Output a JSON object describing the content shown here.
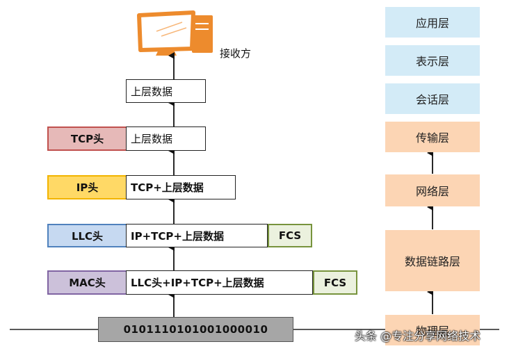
{
  "receiver": {
    "label": "接收方"
  },
  "left_stack": {
    "top_data": "上层数据",
    "rows": [
      {
        "header": "TCP头",
        "data": "上层数据"
      },
      {
        "header": "IP头",
        "data": "TCP+上层数据"
      },
      {
        "header": "LLC头",
        "data": "IP+TCP+上层数据",
        "trailer": "FCS"
      },
      {
        "header": "MAC头",
        "data": "LLC头+IP+TCP+上层数据",
        "trailer": "FCS"
      }
    ],
    "bits": "0101110101001000010"
  },
  "osi_layers": [
    "应用层",
    "表示层",
    "会话层",
    "传输层",
    "网络层",
    "数据链路层",
    "物理层"
  ],
  "colors": {
    "upper_layers": "#d3ebf7",
    "lower_layers": "#fcd5b4",
    "tcp": "#e6b9b8",
    "ip": "#ffd966",
    "llc": "#c6d9f1",
    "mac": "#ccc1da",
    "fcs": "#ebf1de",
    "bits": "#a6a6a6"
  },
  "watermark": {
    "text": "头条 @专注分享网络技术"
  }
}
